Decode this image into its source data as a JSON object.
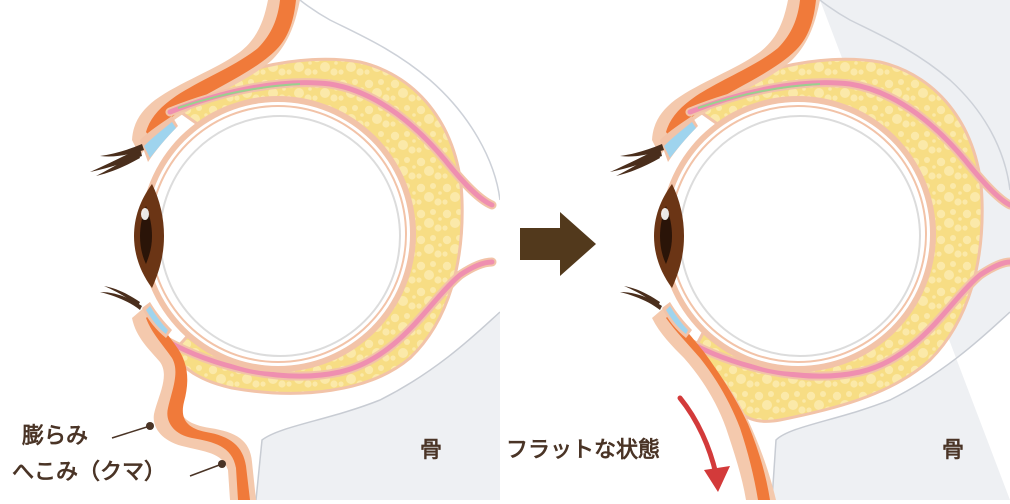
{
  "labels": {
    "bulge": "膨らみ",
    "hollow": "へこみ（クマ）",
    "flat": "フラットな状態",
    "bone_left": "骨",
    "bone_right": "骨"
  },
  "colors": {
    "background": "#ffffff",
    "bone": "#eeeff2",
    "bone_outline": "#c8ccd3",
    "skin": "#f4c9ad",
    "muscle": "#f07a3a",
    "fat": "#f7dd84",
    "fat_dots": "#fbeab0",
    "eyeball": "#ffffff",
    "eyeball_ring": "#eeeaea",
    "sclera_outline": "#f2c3a8",
    "iris": "#6b3515",
    "pupil": "#1d0e05",
    "tendon": "#ef8fb0",
    "tarsus": "#9fd4ee",
    "arrow_transition": "#52391c",
    "arrow_down": "#d33a3a",
    "text": "#4a3426"
  }
}
